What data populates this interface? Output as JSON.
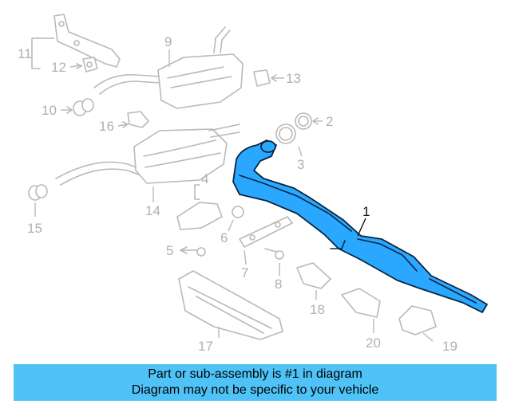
{
  "diagram": {
    "callouts": {
      "c1": "1",
      "c2": "2",
      "c3": "3",
      "c4": "4",
      "c5": "5",
      "c6": "6",
      "c7": "7",
      "c8": "8",
      "c9": "9",
      "c10": "10",
      "c11": "11",
      "c12": "12",
      "c13": "13",
      "c14": "14",
      "c15": "15",
      "c16": "16",
      "c17": "17",
      "c18": "18",
      "c19": "19",
      "c20": "20"
    },
    "highlight_color": "#2aa8ff",
    "ghost_color": "#b9b9b9"
  },
  "banner": {
    "line1": "Part or sub-assembly is #1 in diagram",
    "line2": "Diagram may not be specific to your vehicle",
    "background": "#4fc3f7"
  }
}
